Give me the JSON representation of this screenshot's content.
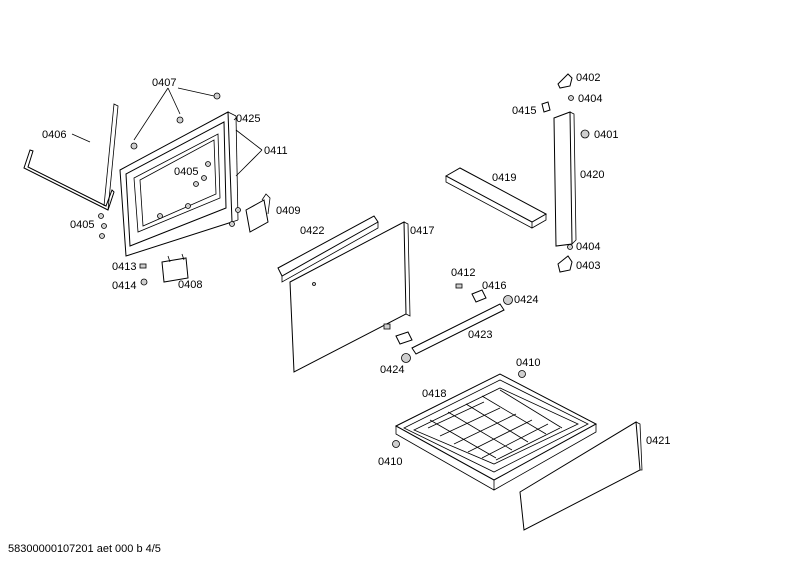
{
  "labels": {
    "l0406": "0406",
    "l0407": "0407",
    "l0425": "0425",
    "l0411": "0411",
    "l0405a": "0405",
    "l0405b": "0405",
    "l0409": "0409",
    "l0413": "0413",
    "l0414": "0414",
    "l0408": "0408",
    "l0422": "0422",
    "l0417": "0417",
    "l0402": "0402",
    "l0404a": "0404",
    "l0415": "0415",
    "l0401": "0401",
    "l0419": "0419",
    "l0420": "0420",
    "l0404b": "0404",
    "l0403": "0403",
    "l0412": "0412",
    "l0416": "0416",
    "l0424a": "0424",
    "l0423": "0423",
    "l0424b": "0424",
    "l0410a": "0410",
    "l0418": "0418",
    "l0421": "0421",
    "l0410b": "0410"
  },
  "footer": "58300000107201 aet 000 b 4/5"
}
